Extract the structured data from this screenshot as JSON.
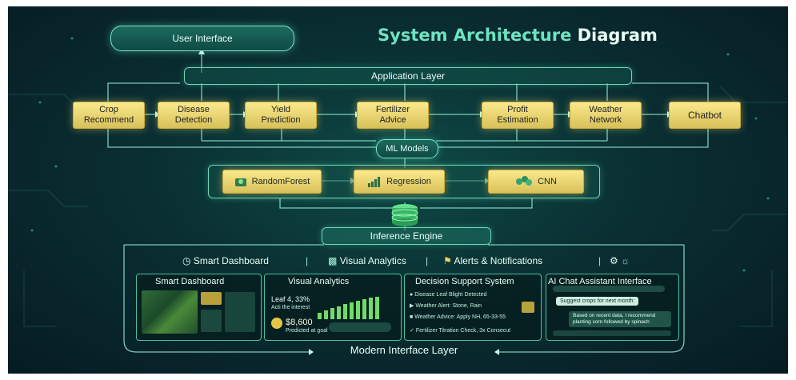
{
  "title": {
    "part1": "System Architecture",
    "part2": "Diagram"
  },
  "user_interface": "User Interface",
  "application_layer": "Application Layer",
  "app_modules": [
    {
      "line1": "Crop",
      "line2": "Recommend"
    },
    {
      "line1": "Disease",
      "line2": "Detection"
    },
    {
      "line1": "Yield",
      "line2": "Prediction"
    },
    {
      "line1": "Fertilizer",
      "line2": "Advice"
    },
    {
      "line1": "Profit",
      "line2": "Estimation"
    },
    {
      "line1": "Weather",
      "line2": "Network"
    },
    {
      "line1": "Chatbot",
      "line2": ""
    }
  ],
  "ml_models": "ML Models",
  "models": [
    {
      "label": "RandomForest",
      "icon": "tree-icon"
    },
    {
      "label": "Regression",
      "icon": "bar-chart-icon"
    },
    {
      "label": "CNN",
      "icon": "neural-network-icon"
    }
  ],
  "inference_engine": "Inference Engine",
  "nav": {
    "smart_dashboard": "Smart Dashboard",
    "visual_analytics": "Visual Analytics",
    "alerts": "Alerts & Notifications",
    "sep": "|"
  },
  "panels": {
    "dashboard": {
      "title": "Smart Dashboard"
    },
    "analytics": {
      "title": "Visual Analytics",
      "stat": "Leaf 4, 33%",
      "stat_sub": "Acti the interest",
      "money": "$8,600",
      "money_sub": "Predicted at goal"
    },
    "decision": {
      "title": "Decision Support System",
      "rows": [
        "Disease Leaf Blight Detected",
        "Weather Alert: Stone, Rain",
        "Weather Advice: Apply NH, 65-33-55",
        "Fertilizer Titration Check, 3x Consecut"
      ]
    },
    "chat": {
      "title": "AI Chat Assistant Interface",
      "q": "Suggest crops for next month:",
      "a": "Based on recent data, I recommend planting corn followed by spinach"
    }
  },
  "bottom": "Modern Interface Layer",
  "colors": {
    "accent": "#6ee3c0",
    "module": "#f4e17a",
    "background": "#0a2f33"
  }
}
